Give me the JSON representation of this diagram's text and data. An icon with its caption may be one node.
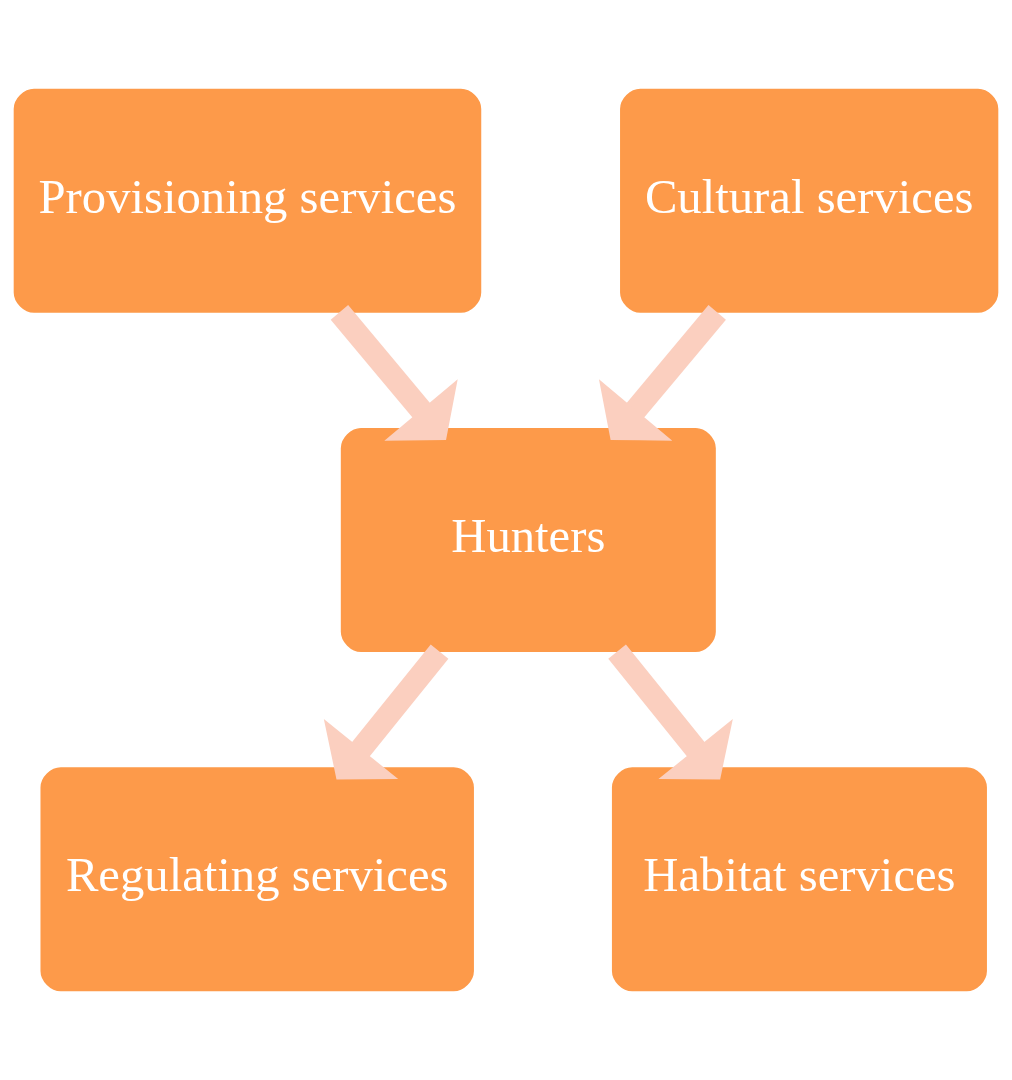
{
  "diagram": {
    "nodes": [
      {
        "text": [
          "Provisioning services"
        ]
      },
      {
        "text": [
          "Cultural services"
        ]
      },
      {
        "text": [
          "Hunters"
        ]
      },
      {
        "text": [
          "Regulating services"
        ]
      },
      {
        "text": [
          "Habitat services"
        ]
      }
    ],
    "edges": [
      {
        "from": 0,
        "to": 2,
        "arrow": "to"
      },
      {
        "from": 1,
        "to": 2,
        "arrow": "to"
      },
      {
        "from": 2,
        "to": 3,
        "arrow": "to"
      },
      {
        "from": 2,
        "to": 4,
        "arrow": "to"
      }
    ]
  }
}
